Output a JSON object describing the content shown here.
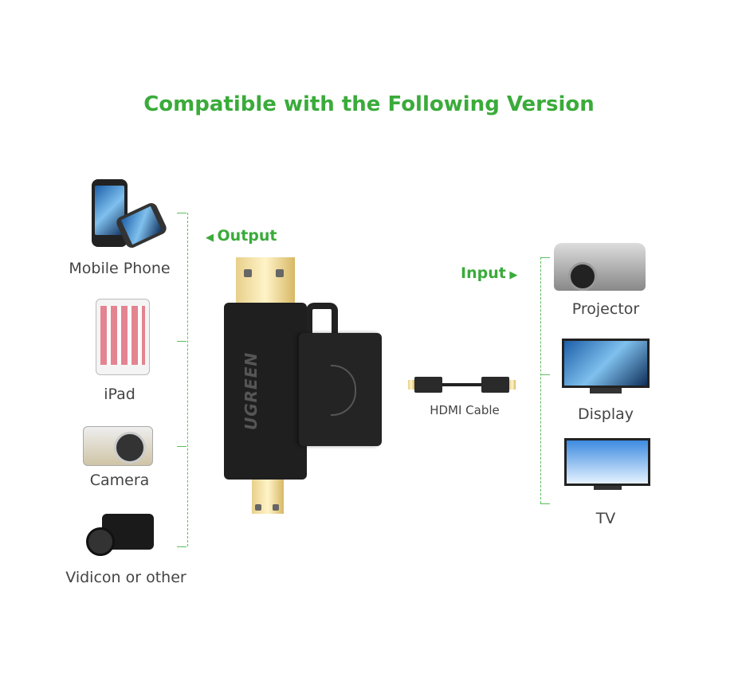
{
  "title": "Compatible with the Following Version",
  "output_label": "Output",
  "input_label": "Input",
  "brand": "UGREEN",
  "cable_label": "HDMI Cable",
  "sources": [
    {
      "label": "Mobile Phone",
      "icon": "mobile-phone-icon"
    },
    {
      "label": "iPad",
      "icon": "tablet-icon"
    },
    {
      "label": "Camera",
      "icon": "camera-icon"
    },
    {
      "label": "Vidicon or other",
      "icon": "camcorder-icon"
    }
  ],
  "targets": [
    {
      "label": "Projector",
      "icon": "projector-icon"
    },
    {
      "label": "Display",
      "icon": "monitor-icon"
    },
    {
      "label": "TV",
      "icon": "tv-icon"
    }
  ],
  "colors": {
    "accent": "#3aab3a",
    "text": "#444444"
  }
}
